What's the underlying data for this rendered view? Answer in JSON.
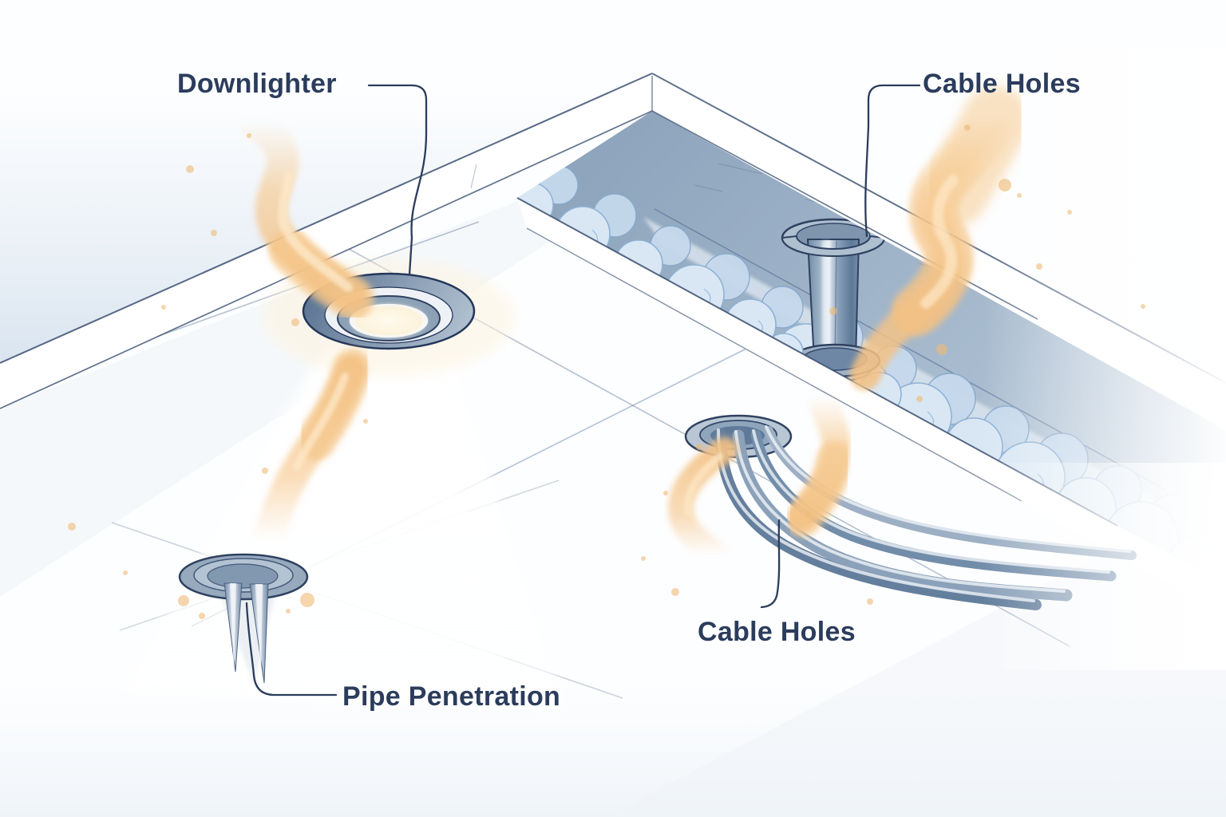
{
  "figure": {
    "type": "ceiling-air-leakage-diagram",
    "labels": {
      "downlighter": "Downlighter",
      "cable_holes_top": "Cable Holes",
      "cable_holes_bottom": "Cable Holes",
      "pipe_penetration": "Pipe Penetration"
    },
    "colors": {
      "label_text": "#2b3c5c",
      "leader_line": "#2b3c5c",
      "smoke": "#f4c68b",
      "smoke_highlight": "#fde8c8",
      "smoke_speckle": "#efba77",
      "metal_outline": "#2e4160",
      "metal_mid": "#8ca1b8",
      "metal_light": "#c6d3e0",
      "insulation_fill": "#d9e7f4",
      "insulation_outline": "#8fb2d4",
      "deck_fill": "#9fb3c8",
      "ceiling_tint": "#e4ecf3",
      "background": "#ffffff"
    }
  }
}
